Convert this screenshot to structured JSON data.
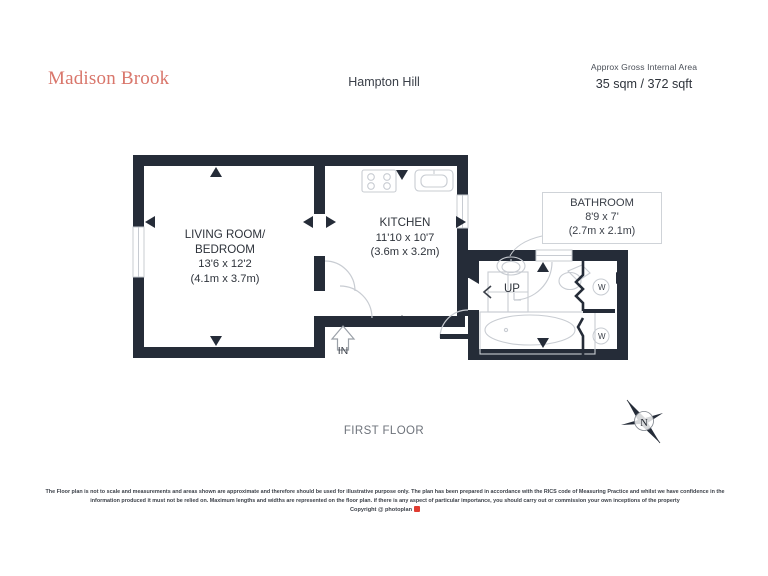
{
  "header": {
    "brand": "Madison Brook",
    "plan_title": "Hampton Hill",
    "area_label": "Approx Gross Internal Area",
    "area_value": "35 sqm / 372 sqft"
  },
  "plan": {
    "floor_label": "FIRST FLOOR",
    "entry_marker": "IN",
    "stairs_marker": "UP",
    "compass_letter": "N",
    "wall_color": "#252c38",
    "fixture_color": "#c8ccd2",
    "rooms": [
      {
        "id": "living",
        "name_line1": "LIVING ROOM/",
        "name_line2": "BEDROOM",
        "dim_imperial": "13'6 x 12'2",
        "dim_metric": "(4.1m x 3.7m)"
      },
      {
        "id": "kitchen",
        "name_line1": "KITCHEN",
        "dim_imperial": "11'10 x 10'7",
        "dim_metric": "(3.6m x 3.2m)"
      },
      {
        "id": "bathroom",
        "name_line1": "BATHROOM",
        "dim_imperial": "8'9 x 7'",
        "dim_metric": "(2.7m x 2.1m)"
      }
    ],
    "cupboards": [
      {
        "id": "w-upper",
        "label": "W"
      },
      {
        "id": "w-lower",
        "label": "W"
      }
    ]
  },
  "footer": {
    "disclaimer_line1": "The Floor plan is not to scale and measurements and areas shown are approximate and therefore should be used for illustrative purpose only. The plan has been prepared in accordance with the RICS code of Measuring Practice and whilst we have",
    "disclaimer_line2": "confidence in the information produced it must not be relied on. Maximum  lengths and widths are represented on the floor plan. if there is any aspect of particular importance, you should carry out or commission your own inceptions of the property",
    "copyright": "Copyright @ photoplan"
  }
}
